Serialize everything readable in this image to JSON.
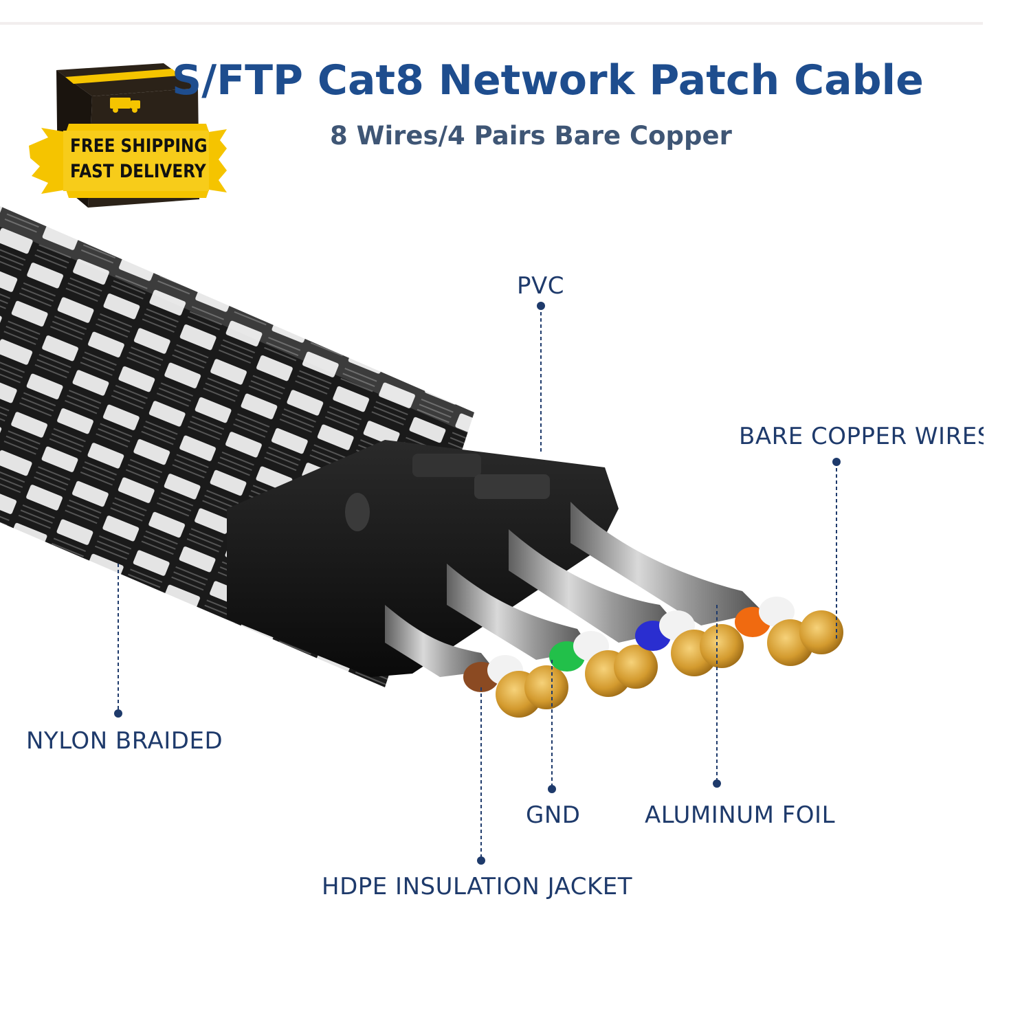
{
  "header": {
    "title": "S/FTP Cat8 Network Patch Cable",
    "subtitle": "8 Wires/4 Pairs Bare Copper"
  },
  "badge": {
    "line1": "FREE SHIPPING",
    "line2": "FAST DELIVERY"
  },
  "callouts": {
    "pvc": "PVC",
    "bare_copper": "BARE COPPER WIRES",
    "nylon": "NYLON BRAIDED",
    "gnd": "GND",
    "foil": "ALUMINUM FOIL",
    "hdpe": "HDPE INSULATION JACKET"
  },
  "colors": {
    "title": "#1e4d8e",
    "label": "#1e3a6b",
    "badge_yellow": "#f5c400",
    "wire_pairs": [
      "#8b4a22",
      "#22c04a",
      "#2a2ed0",
      "#f06a10"
    ]
  }
}
